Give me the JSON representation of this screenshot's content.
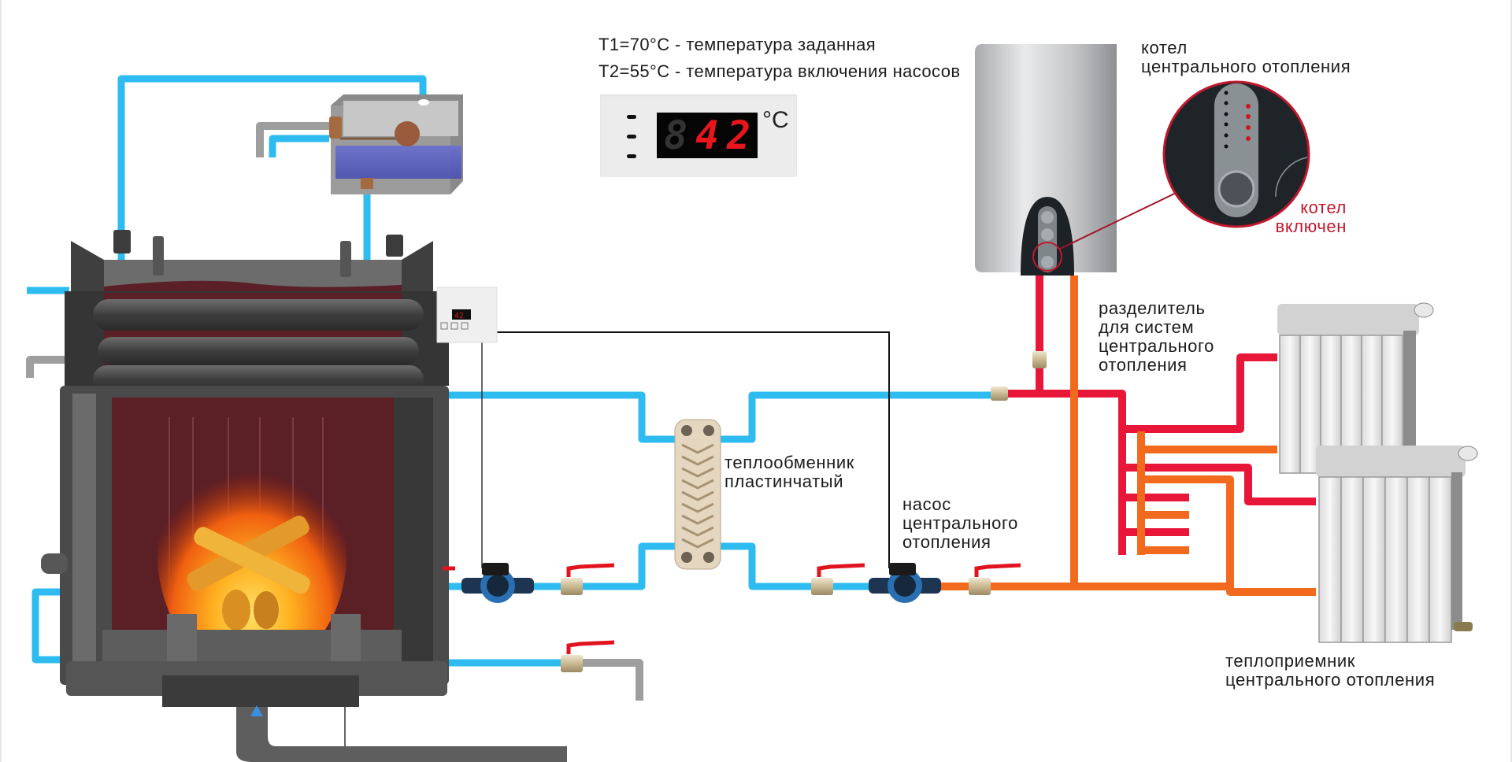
{
  "header": {
    "line1": "T1=70°C - температура заданная",
    "line2": "T2=55°C - температура включения насосов"
  },
  "thermostat": {
    "digits": [
      "8",
      "4",
      "2"
    ],
    "digit_states": [
      "off",
      "on",
      "on"
    ],
    "unit": "°C",
    "reading": "42"
  },
  "labels": {
    "boiler_line1": "котел",
    "boiler_line2": "центрального отопления",
    "boiler_on_line1": "котел",
    "boiler_on_line2": "включен",
    "manifold_line1": "разделитель",
    "manifold_line2": "для систем",
    "manifold_line3": "центрального",
    "manifold_line4": "отопления",
    "exchanger_line1": "теплообменник",
    "exchanger_line2": "пластинчатый",
    "pump_line1": "насос",
    "pump_line2": "центрального",
    "pump_line3": "отопления",
    "radiator_line1": "теплоприемник",
    "radiator_line2": "центрального отопления"
  },
  "colors": {
    "cold_pipe": "#2ebcf0",
    "hot_supply_pipe": "#e8173a",
    "return_pipe": "#f26a1e",
    "gray_pipe": "#9e9e9e",
    "fireplace_body": "#4a4a4a",
    "fireplace_inner": "#5b1f26",
    "callout_red": "#c0182e",
    "boiler_silver": "#cfd0d2",
    "valve_handle": "#e0141e",
    "pump_blue": "#2b6fb3"
  }
}
